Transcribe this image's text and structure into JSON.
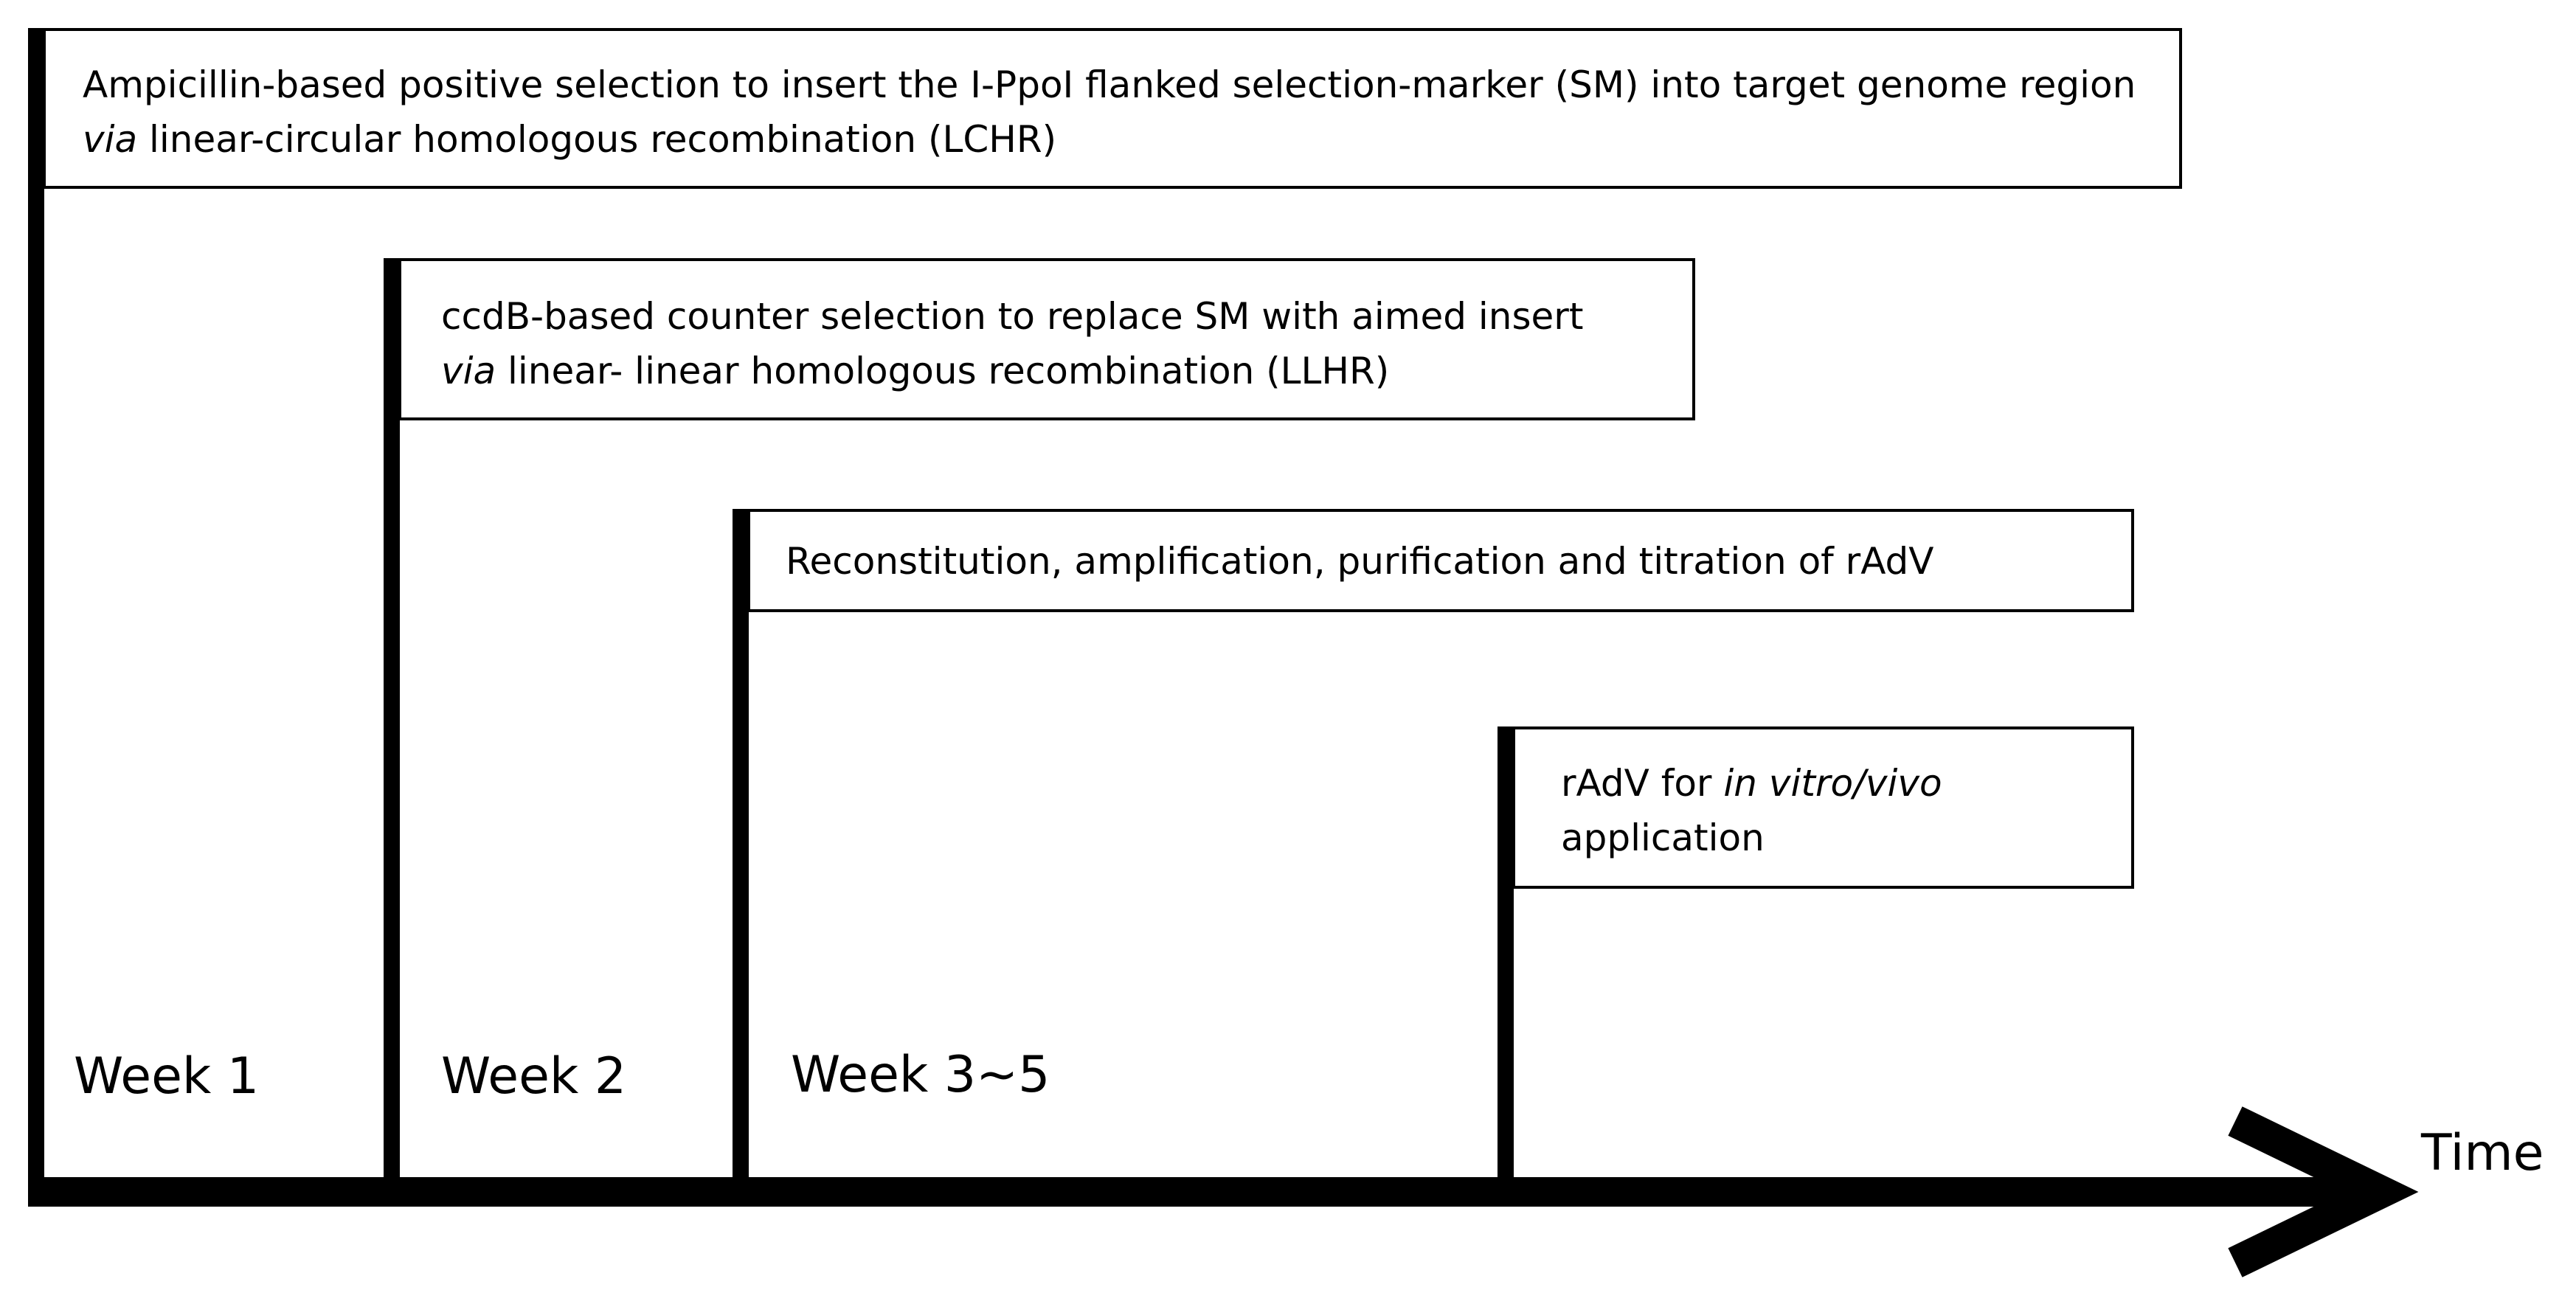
{
  "stages": [
    {
      "line1": "Ampicillin-based positive selection to insert the I-PpoI flanked selection-marker (SM) into target genome region",
      "line2_italic": "via",
      "line2": " linear-circular homologous recombination (LCHR)",
      "week": "Week 1"
    },
    {
      "line1": "ccdB-based counter selection to replace SM with aimed insert",
      "line2_italic": "via",
      "line2": " linear- linear homologous recombination (LLHR)",
      "week": "Week 2"
    },
    {
      "line1": "Reconstitution, amplification, purification and titration of rAdV",
      "week": "Week 3~5"
    },
    {
      "line1_prefix": "rAdV for ",
      "line1_italic": "in vitro/vivo",
      "line2": "application"
    }
  ],
  "axis": {
    "label": "Time"
  }
}
